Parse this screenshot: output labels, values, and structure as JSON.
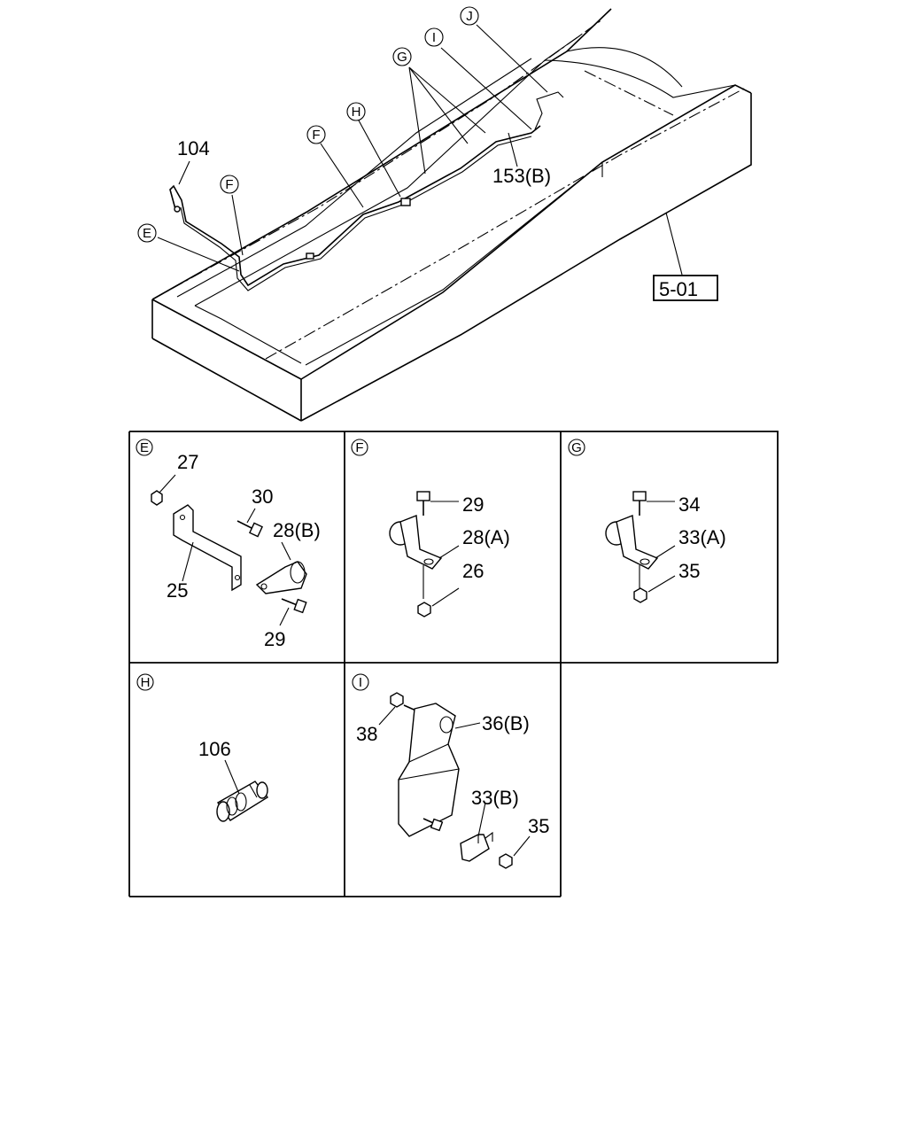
{
  "overview": {
    "callouts": {
      "pipe_104": "104",
      "marker_f_left": "F",
      "marker_e": "E",
      "marker_f_mid": "F",
      "marker_h": "H",
      "marker_g": "G",
      "marker_i": "I",
      "marker_j": "J",
      "pipe_153b": "153(B)",
      "ref_box": "5-01"
    }
  },
  "details": {
    "E": {
      "marker": "E",
      "labels": [
        "27",
        "30",
        "28(B)",
        "25",
        "29"
      ]
    },
    "F": {
      "marker": "F",
      "labels": [
        "29",
        "28(A)",
        "26"
      ]
    },
    "G": {
      "marker": "G",
      "labels": [
        "34",
        "33(A)",
        "35"
      ]
    },
    "H": {
      "marker": "H",
      "labels": [
        "106"
      ]
    },
    "I": {
      "marker": "I",
      "labels": [
        "38",
        "36(B)",
        "33(B)",
        "35"
      ]
    }
  }
}
